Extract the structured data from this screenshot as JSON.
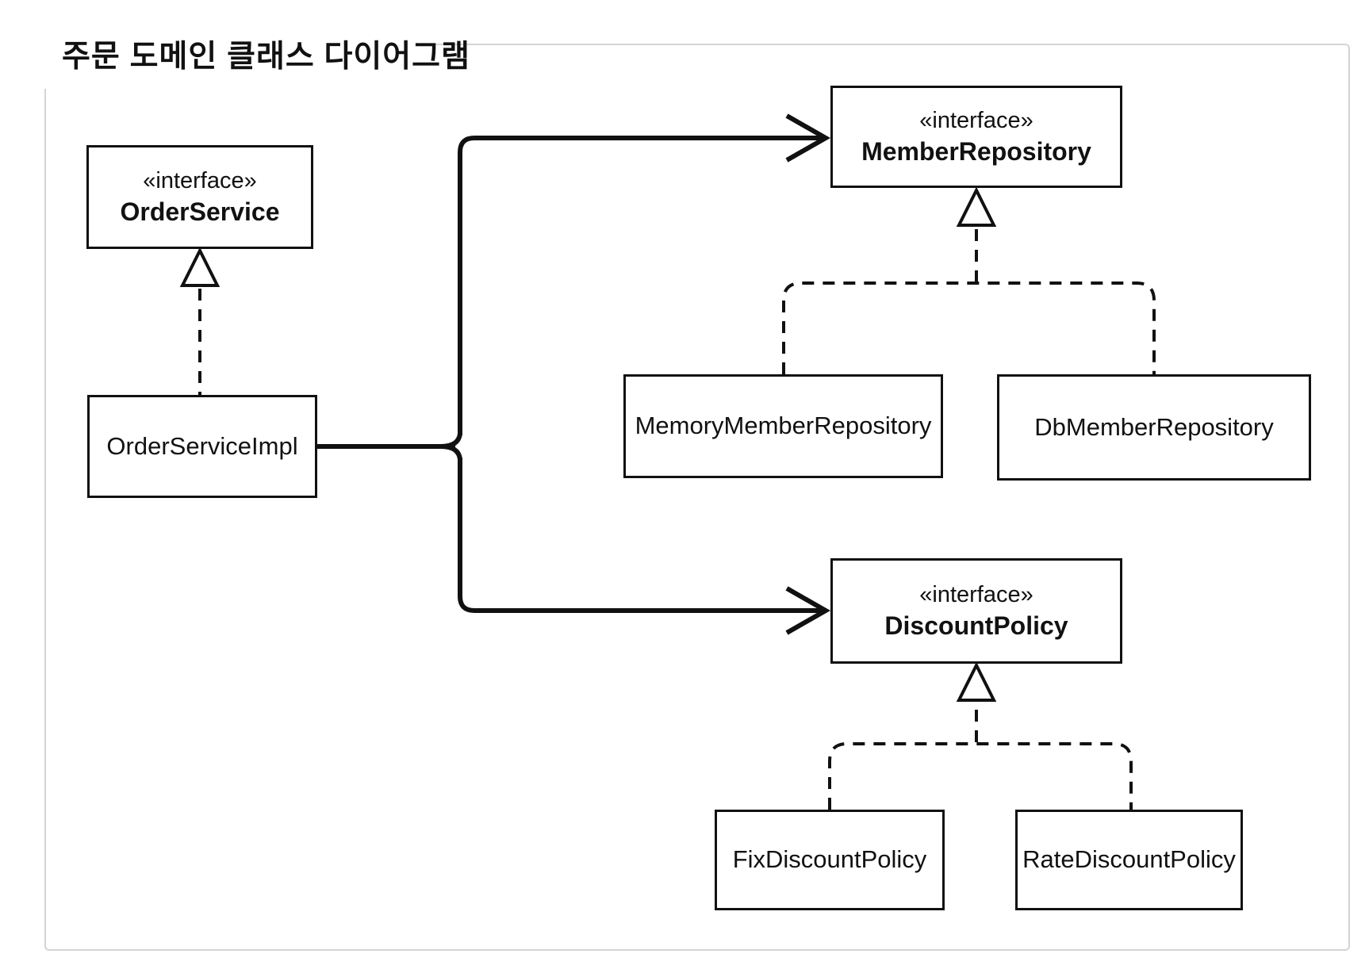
{
  "title": "주문 도메인 클래스 다이어그램",
  "nodes": {
    "order_service": {
      "stereotype": "«interface»",
      "name": "OrderService"
    },
    "order_service_impl": {
      "name": "OrderServiceImpl"
    },
    "member_repository": {
      "stereotype": "«interface»",
      "name": "MemberRepository"
    },
    "memory_member_repository": {
      "name": "MemoryMemberRepository"
    },
    "db_member_repository": {
      "name": "DbMemberRepository"
    },
    "discount_policy": {
      "stereotype": "«interface»",
      "name": "DiscountPolicy"
    },
    "fix_discount_policy": {
      "name": "FixDiscountPolicy"
    },
    "rate_discount_policy": {
      "name": "RateDiscountPolicy"
    }
  },
  "edges": [
    {
      "from": "OrderServiceImpl",
      "to": "OrderService",
      "type": "realization"
    },
    {
      "from": "OrderServiceImpl",
      "to": "MemberRepository",
      "type": "dependency"
    },
    {
      "from": "OrderServiceImpl",
      "to": "DiscountPolicy",
      "type": "dependency"
    },
    {
      "from": "MemoryMemberRepository",
      "to": "MemberRepository",
      "type": "realization"
    },
    {
      "from": "DbMemberRepository",
      "to": "MemberRepository",
      "type": "realization"
    },
    {
      "from": "FixDiscountPolicy",
      "to": "DiscountPolicy",
      "type": "realization"
    },
    {
      "from": "RateDiscountPolicy",
      "to": "DiscountPolicy",
      "type": "realization"
    }
  ],
  "colors": {
    "line": "#111111",
    "box_border": "#111111",
    "box_fill": "#ffffff",
    "frame_border": "#d4d4d4",
    "background": "#ffffff",
    "text": "#111111"
  }
}
